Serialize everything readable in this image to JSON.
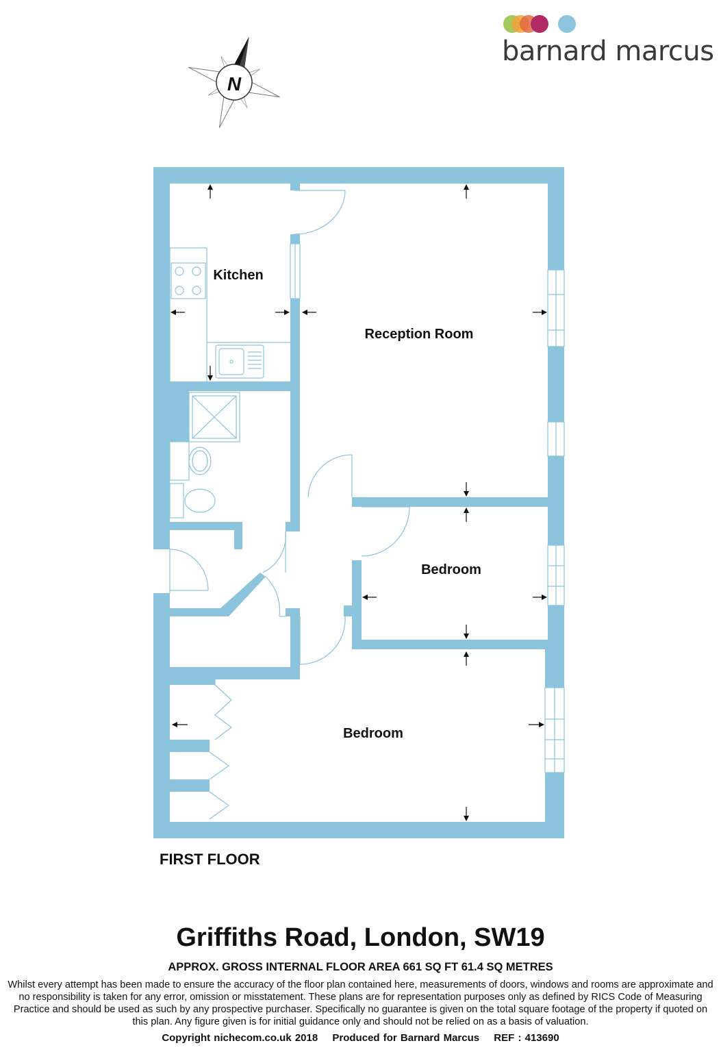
{
  "brand": {
    "name": "barnard marcus",
    "dot_colors": [
      "#9ac34b",
      "#f2a23a",
      "#e0653a",
      "#b02a66",
      "#8ec5de"
    ]
  },
  "compass": {
    "label": "N"
  },
  "colors": {
    "wall": "#8cc3dd",
    "fixture": "#8cc3dd",
    "arrow": "#111111"
  },
  "rooms": {
    "kitchen": "Kitchen",
    "reception": "Reception Room",
    "bedroom_1": "Bedroom",
    "bedroom_2": "Bedroom"
  },
  "floor_label": "FIRST FLOOR",
  "title": "Griffiths Road, London, SW19",
  "area_line": "APPROX. GROSS INTERNAL FLOOR AREA 661 SQ FT 61.4 SQ METRES",
  "disclaimer": "Whilst every attempt has been made to ensure the accuracy of the floor plan contained here, measurements of doors, windows and rooms are approximate and no responsibility is taken for any error, omission or misstatement. These plans are for representation purposes only as defined by RICS Code of Measuring Practice and should be used as such by any prospective purchaser.  Specifically no guarantee is given on the total square footage of the property if quoted on this plan. Any figure given is for initial guidance only and should not be relied on as a basis of valuation.",
  "footer": {
    "copyright": "Copyright nichecom.co.uk 2018",
    "produced": "Produced for Barnard Marcus",
    "ref": "REF : 413690"
  }
}
